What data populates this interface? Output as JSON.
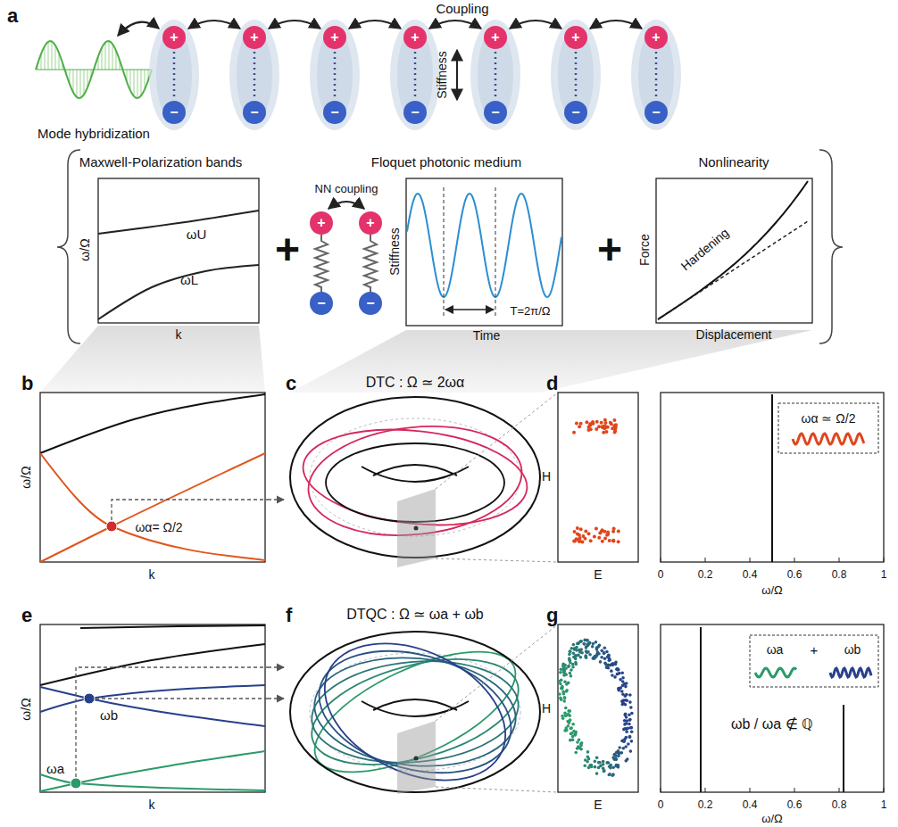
{
  "diagram": {
    "nodes": [
      {
        "text": [
          "Maxwell-Polarization bands"
        ]
      },
      {
        "text": [
          "Floquet photonic medium"
        ]
      },
      {
        "text": [
          "Nonlinearity"
        ]
      },
      {
        "text": [
          "b"
        ]
      },
      {
        "text": [
          "c",
          "DTC : Ω ≃ 2ωα"
        ]
      },
      {
        "text": [
          "d"
        ]
      },
      {
        "text": [
          "e"
        ]
      },
      {
        "text": [
          "f",
          "DTQC : Ω ≃ ωa + ωb"
        ]
      },
      {
        "text": [
          "g"
        ]
      }
    ],
    "edges": [
      {
        "from": 3,
        "to": 4,
        "arrow": "to"
      },
      {
        "from": 6,
        "to": 7,
        "arrow": "to"
      },
      {
        "from": 6,
        "to": 7,
        "arrow": "to"
      }
    ],
    "labels": [
      "a",
      "Coupling",
      "Stiffness",
      "Mode hybridization",
      "+",
      "−",
      "+",
      "−",
      "+",
      "−",
      "+",
      "−",
      "+",
      "−",
      "+",
      "−",
      "+",
      "−",
      "ω/Ω",
      "k",
      "ωU",
      "ωL",
      "NN coupling",
      "+",
      "−",
      "+",
      "−",
      "Stiffness",
      "Time",
      "T=2π/Ω",
      "Force",
      "Displacement",
      "Hardening",
      "+",
      "+",
      "ω/Ω",
      "k",
      "ωα= Ω/2",
      "H",
      "E",
      "ωα ≃ Ω/2",
      "0",
      "0.2",
      "0.4",
      "0.6",
      "0.8",
      "1",
      "ω/Ω",
      "ω/Ω",
      "k",
      "ωb",
      "ωa",
      "H",
      "E",
      "ωa",
      "+",
      "ωb",
      "ωb / ωa ∉ ℚ",
      "0",
      "0.2",
      "0.4",
      "0.6",
      "0.8",
      "1",
      "ω/Ω"
    ]
  }
}
